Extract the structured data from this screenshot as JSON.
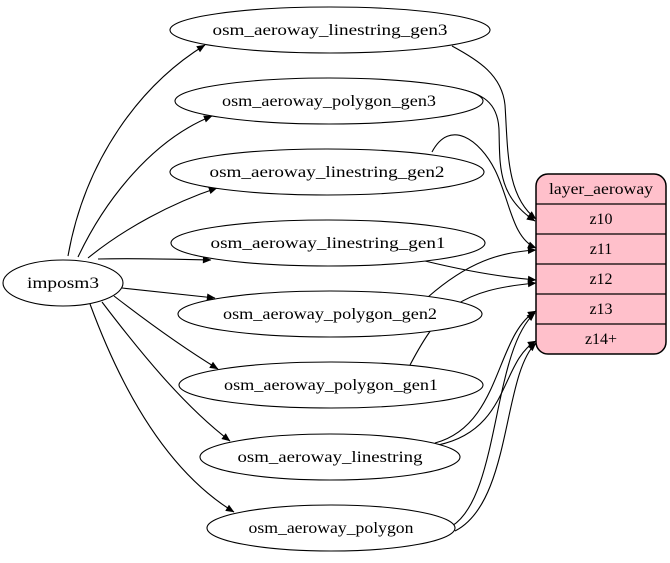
{
  "nodes": {
    "source": {
      "label": "imposm3"
    },
    "tables": [
      {
        "id": "osm_aeroway_linestring_gen3",
        "label": "osm_aeroway_linestring_gen3"
      },
      {
        "id": "osm_aeroway_polygon_gen3",
        "label": "osm_aeroway_polygon_gen3"
      },
      {
        "id": "osm_aeroway_linestring_gen2",
        "label": "osm_aeroway_linestring_gen2"
      },
      {
        "id": "osm_aeroway_linestring_gen1",
        "label": "osm_aeroway_linestring_gen1"
      },
      {
        "id": "osm_aeroway_polygon_gen2",
        "label": "osm_aeroway_polygon_gen2"
      },
      {
        "id": "osm_aeroway_polygon_gen1",
        "label": "osm_aeroway_polygon_gen1"
      },
      {
        "id": "osm_aeroway_linestring",
        "label": "osm_aeroway_linestring"
      },
      {
        "id": "osm_aeroway_polygon",
        "label": "osm_aeroway_polygon"
      }
    ],
    "layer": {
      "title": "layer_aeroway",
      "rows": [
        "z10",
        "z11",
        "z12",
        "z13",
        "z14+"
      ]
    }
  },
  "edges": {
    "from_source": [
      "osm_aeroway_linestring_gen3",
      "osm_aeroway_polygon_gen3",
      "osm_aeroway_linestring_gen2",
      "osm_aeroway_linestring_gen1",
      "osm_aeroway_polygon_gen2",
      "osm_aeroway_polygon_gen1",
      "osm_aeroway_linestring",
      "osm_aeroway_polygon"
    ],
    "table_to_layer": [
      {
        "from": "osm_aeroway_linestring_gen3",
        "to": "z10"
      },
      {
        "from": "osm_aeroway_polygon_gen3",
        "to": "z10"
      },
      {
        "from": "osm_aeroway_linestring_gen2",
        "to": "z11"
      },
      {
        "from": "osm_aeroway_polygon_gen2",
        "to": "z11"
      },
      {
        "from": "osm_aeroway_linestring_gen1",
        "to": "z12"
      },
      {
        "from": "osm_aeroway_polygon_gen1",
        "to": "z12"
      },
      {
        "from": "osm_aeroway_linestring",
        "to": "z13"
      },
      {
        "from": "osm_aeroway_linestring",
        "to": "z14+"
      },
      {
        "from": "osm_aeroway_polygon",
        "to": "z13"
      },
      {
        "from": "osm_aeroway_polygon",
        "to": "z14+"
      }
    ]
  },
  "colors": {
    "table_fill": "#ffffff",
    "layer_fill": "#ffc0cb",
    "stroke": "#000000",
    "background": "#ffffff"
  }
}
